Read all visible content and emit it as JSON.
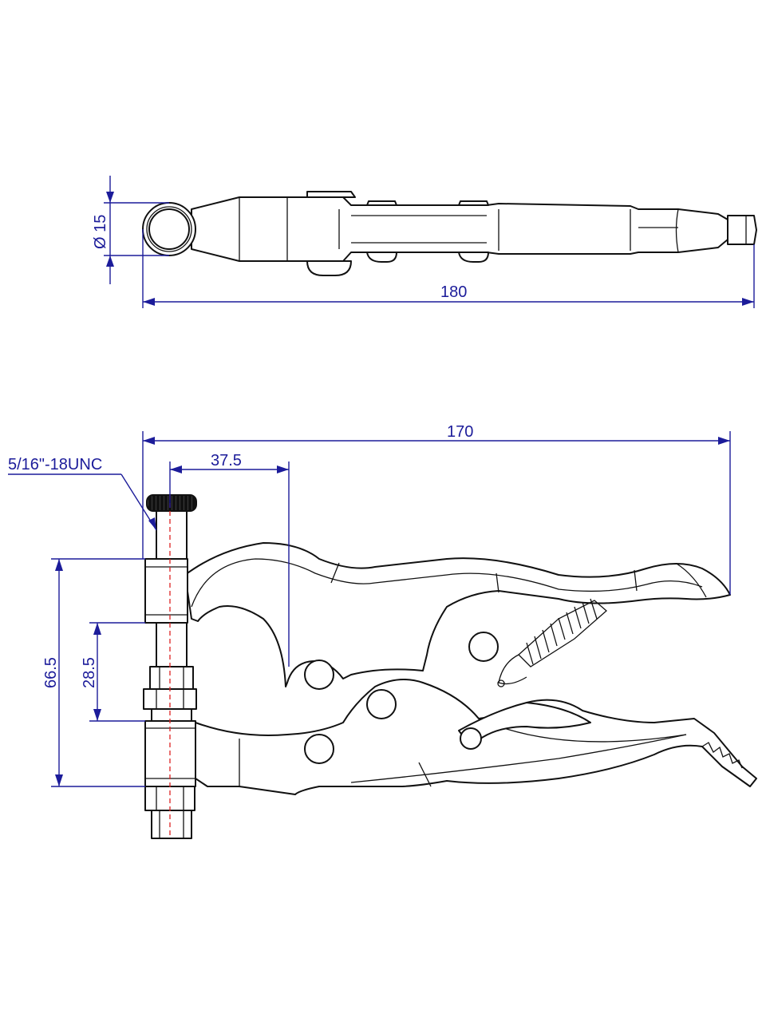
{
  "dimensions": {
    "diameter_label": "Ø 15",
    "top_length": "180",
    "side_length": "170",
    "screw_offset": "37.5",
    "outer_height": "66.5",
    "inner_height": "28.5",
    "thread_spec": "5/16\"-18UNC"
  },
  "colors": {
    "dimension": "#1c1c9a",
    "outline": "#111111",
    "centerline": "#dd2222"
  }
}
